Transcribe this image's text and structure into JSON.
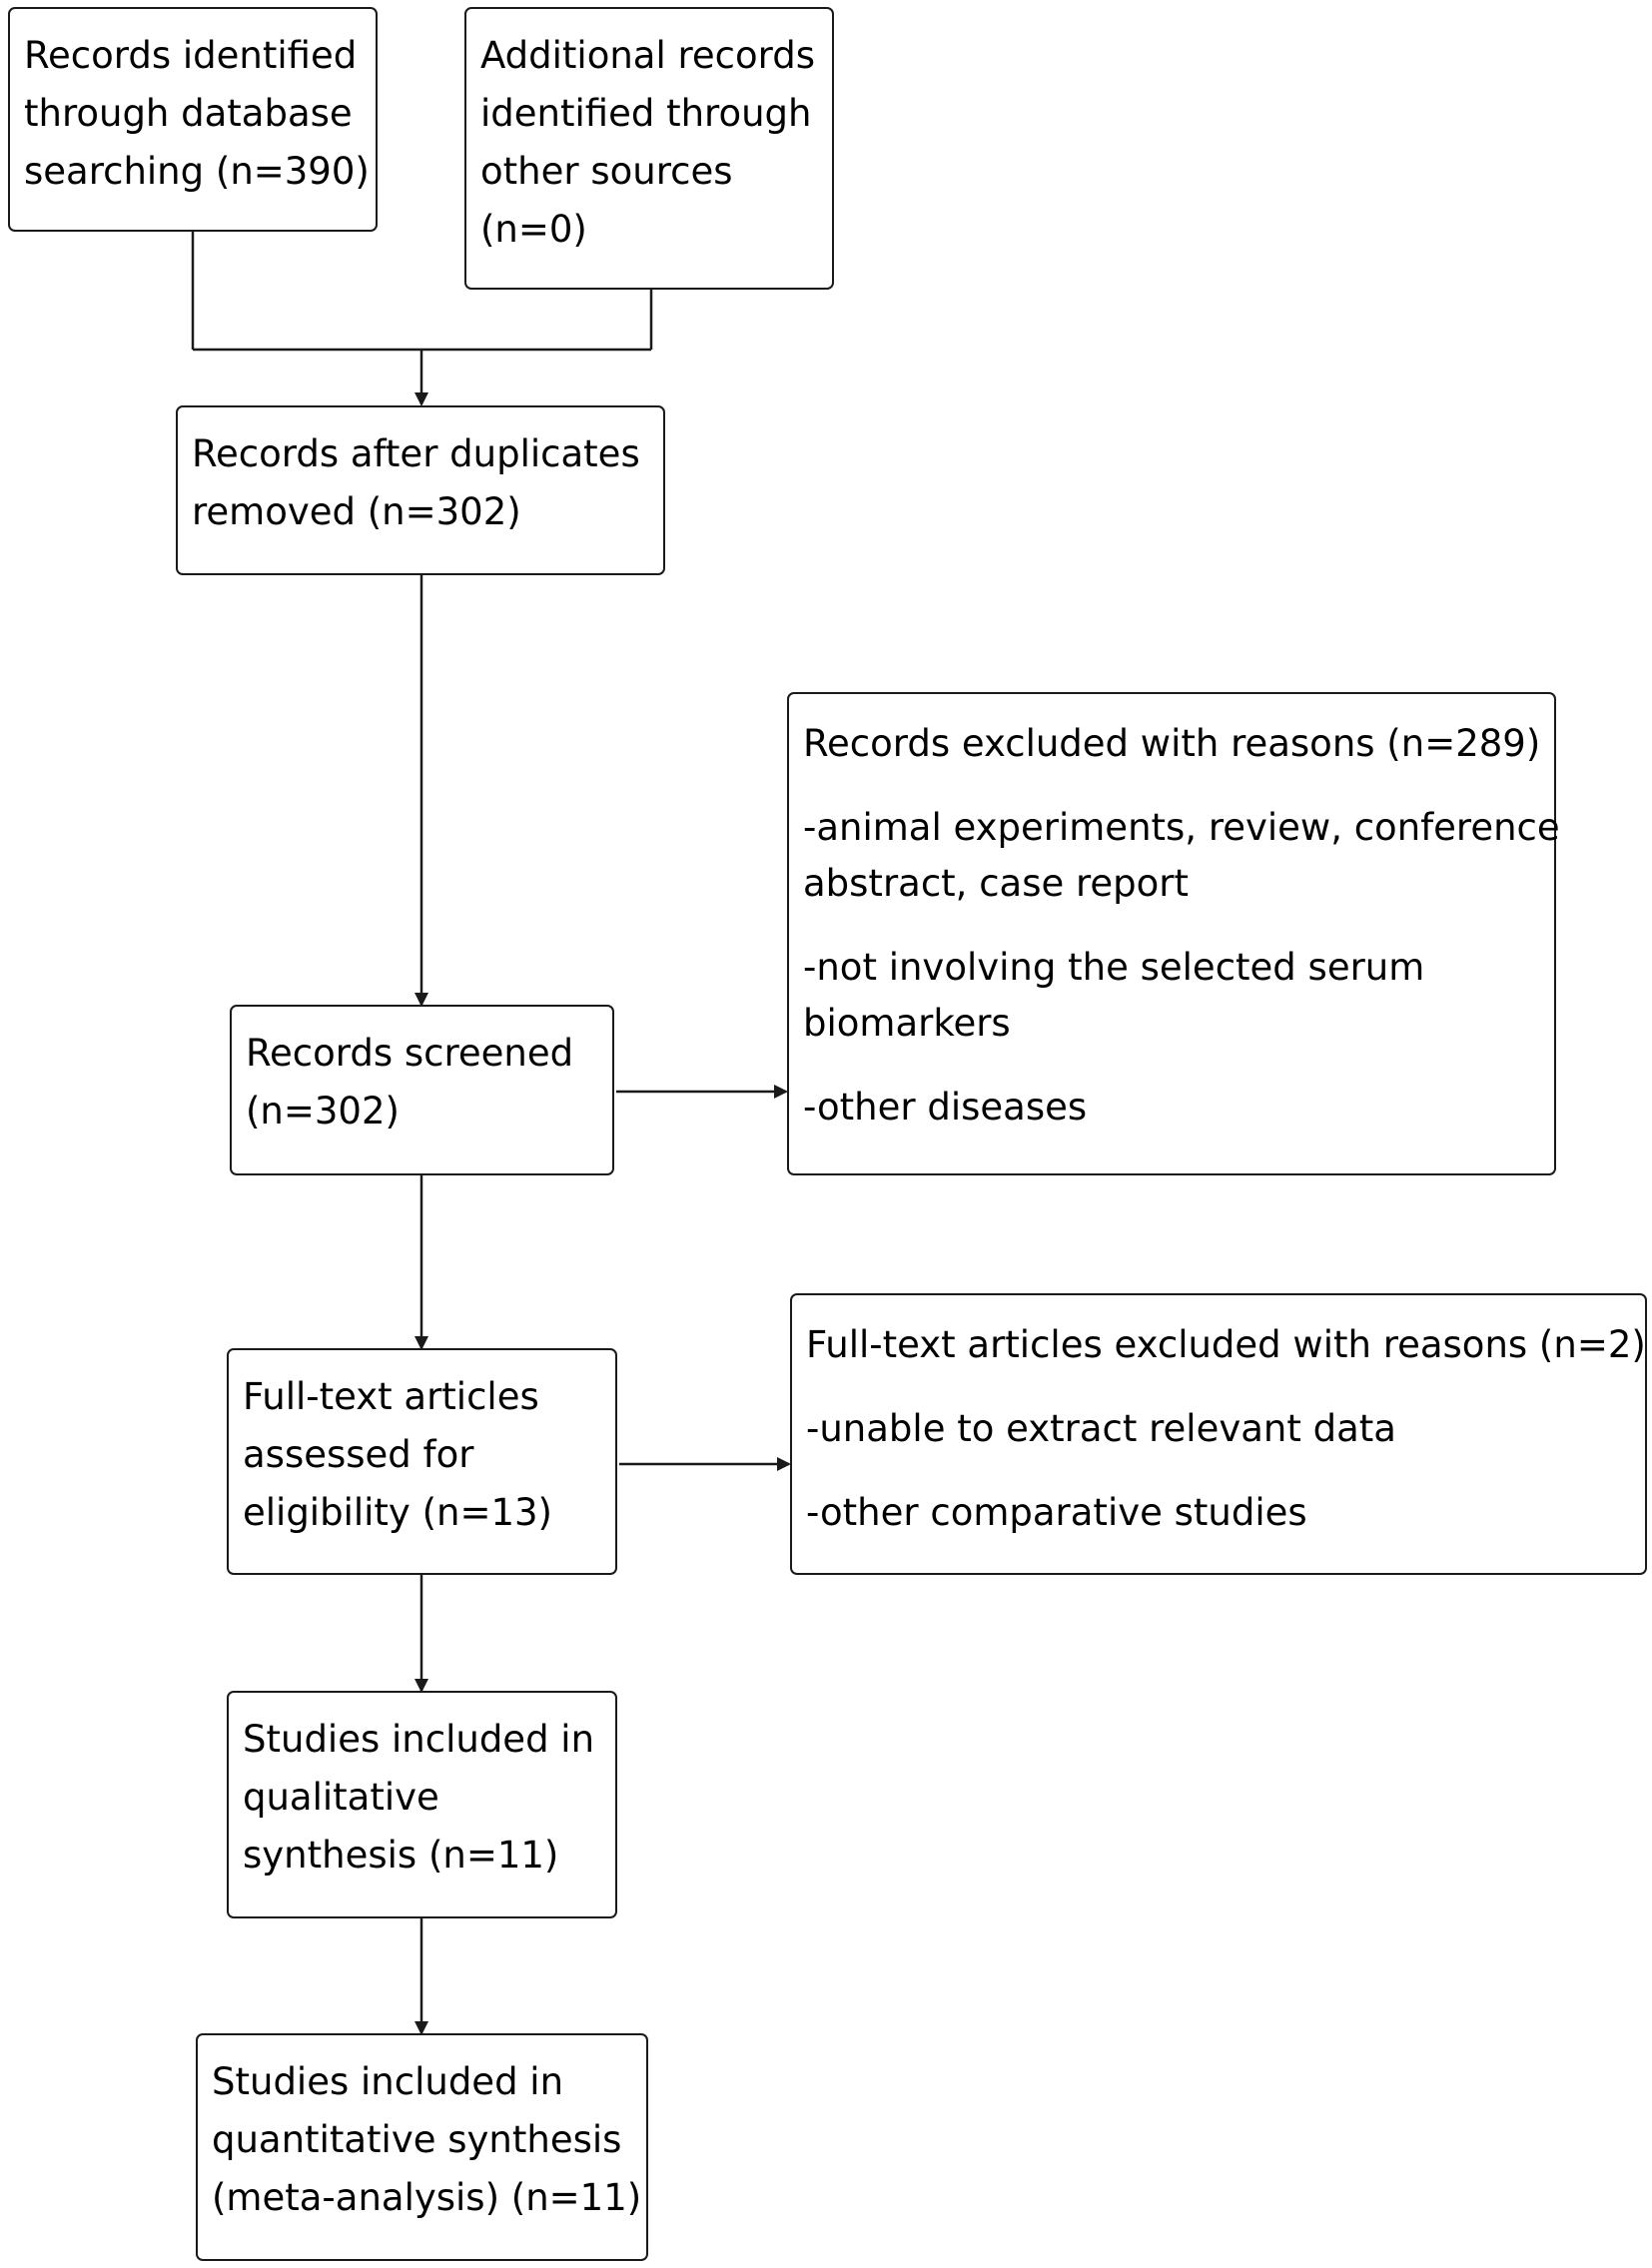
{
  "boxes": {
    "identified_db": [
      "Records identified",
      "through database",
      "searching (n=390)"
    ],
    "identified_other": [
      "Additional records",
      "identified through",
      "other sources",
      "(n=0)"
    ],
    "after_duplicates": [
      "Records after duplicates",
      "removed (n=302)"
    ],
    "screened": [
      "Records screened",
      "(n=302)"
    ],
    "full_text": [
      "Full-text articles",
      "assessed for",
      "eligibility (n=13)"
    ],
    "qualitative": [
      "Studies included in",
      "qualitative",
      "synthesis (n=11)"
    ],
    "quantitative": [
      "Studies included in",
      "quantitative synthesis",
      "(meta-analysis) (n=11)"
    ],
    "excluded_records": {
      "title": "Records excluded with reasons (n=289)",
      "reasons": [
        [
          "-animal experiments, review, conference",
          "abstract, case report"
        ],
        [
          "-not involving the selected serum",
          "biomarkers"
        ],
        [
          "-other diseases"
        ]
      ]
    },
    "excluded_fulltext": {
      "title": "Full-text articles excluded with reasons (n=2)",
      "reasons": [
        [
          "-unable to extract relevant data"
        ],
        [
          "-other comparative studies"
        ]
      ]
    }
  },
  "colors": {
    "stroke": "#1a1a1a",
    "background": "#ffffff"
  }
}
